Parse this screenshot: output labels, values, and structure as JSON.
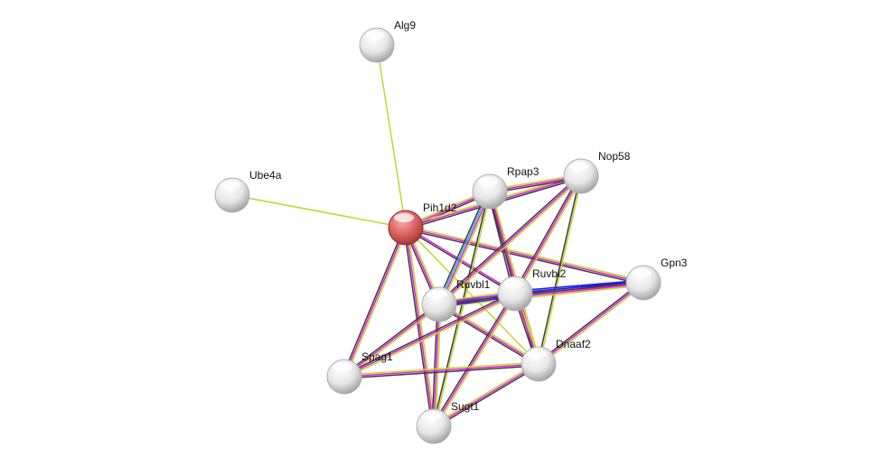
{
  "network": {
    "channel_colors": {
      "textmining": "#c2d62e",
      "experiments": "#e21de2",
      "coexpression": "#3c3c3c",
      "databases": "#22b4d8",
      "fusion": "#1c1cf0"
    },
    "nodes": [
      {
        "id": "Alg9",
        "label": "Alg9",
        "color": "#e8e8e8",
        "query": false
      },
      {
        "id": "Ube4a",
        "label": "Ube4a",
        "color": "#e8e8e8",
        "query": false
      },
      {
        "id": "Pih1d2",
        "label": "Pih1d2",
        "color": "#e06060",
        "query": true
      },
      {
        "id": "Rpap3",
        "label": "Rpap3",
        "color": "#e8e8e8",
        "query": false
      },
      {
        "id": "Nop58",
        "label": "Nop58",
        "color": "#e8e8e8",
        "query": false
      },
      {
        "id": "Gpn3",
        "label": "Gpn3",
        "color": "#e8e8e8",
        "query": false
      },
      {
        "id": "Ruvbl2",
        "label": "Ruvbl2",
        "color": "#e8e8e8",
        "query": false
      },
      {
        "id": "Ruvbl1",
        "label": "Ruvbl1",
        "color": "#e8e8e8",
        "query": false
      },
      {
        "id": "Dnaaf2",
        "label": "Dnaaf2",
        "color": "#e8e8e8",
        "query": false
      },
      {
        "id": "Spag1",
        "label": "Spag1",
        "color": "#e8e8e8",
        "query": false
      },
      {
        "id": "Sugt1",
        "label": "Sugt1",
        "color": "#e8e8e8",
        "query": false
      }
    ],
    "edges": [
      {
        "a": "Alg9",
        "b": "Pih1d2",
        "channels": [
          "textmining"
        ]
      },
      {
        "a": "Ube4a",
        "b": "Pih1d2",
        "channels": [
          "textmining"
        ]
      },
      {
        "a": "Pih1d2",
        "b": "Rpap3",
        "channels": [
          "textmining",
          "experiments",
          "coexpression"
        ]
      },
      {
        "a": "Pih1d2",
        "b": "Nop58",
        "channels": [
          "textmining",
          "experiments",
          "coexpression"
        ]
      },
      {
        "a": "Pih1d2",
        "b": "Gpn3",
        "channels": [
          "textmining",
          "experiments",
          "coexpression"
        ]
      },
      {
        "a": "Pih1d2",
        "b": "Ruvbl2",
        "channels": [
          "experiments",
          "coexpression"
        ]
      },
      {
        "a": "Pih1d2",
        "b": "Ruvbl1",
        "channels": [
          "textmining",
          "experiments",
          "coexpression"
        ]
      },
      {
        "a": "Pih1d2",
        "b": "Dnaaf2",
        "channels": [
          "textmining"
        ]
      },
      {
        "a": "Pih1d2",
        "b": "Spag1",
        "channels": [
          "textmining",
          "experiments",
          "coexpression"
        ]
      },
      {
        "a": "Pih1d2",
        "b": "Sugt1",
        "channels": [
          "textmining",
          "experiments",
          "coexpression"
        ]
      },
      {
        "a": "Rpap3",
        "b": "Nop58",
        "channels": [
          "textmining",
          "experiments",
          "coexpression"
        ]
      },
      {
        "a": "Rpap3",
        "b": "Ruvbl1",
        "channels": [
          "textmining",
          "experiments",
          "databases",
          "coexpression"
        ]
      },
      {
        "a": "Rpap3",
        "b": "Ruvbl2",
        "channels": [
          "textmining",
          "experiments",
          "coexpression"
        ]
      },
      {
        "a": "Rpap3",
        "b": "Dnaaf2",
        "channels": [
          "textmining",
          "experiments",
          "coexpression"
        ]
      },
      {
        "a": "Rpap3",
        "b": "Sugt1",
        "channels": [
          "textmining",
          "coexpression"
        ]
      },
      {
        "a": "Nop58",
        "b": "Ruvbl1",
        "channels": [
          "textmining",
          "experiments",
          "coexpression"
        ]
      },
      {
        "a": "Nop58",
        "b": "Ruvbl2",
        "channels": [
          "textmining",
          "experiments",
          "coexpression"
        ]
      },
      {
        "a": "Nop58",
        "b": "Dnaaf2",
        "channels": [
          "textmining",
          "coexpression"
        ]
      },
      {
        "a": "Gpn3",
        "b": "Ruvbl2",
        "channels": [
          "textmining",
          "experiments",
          "coexpression",
          "fusion"
        ]
      },
      {
        "a": "Gpn3",
        "b": "Ruvbl1",
        "channels": [
          "textmining",
          "experiments",
          "coexpression",
          "fusion"
        ]
      },
      {
        "a": "Gpn3",
        "b": "Dnaaf2",
        "channels": [
          "textmining",
          "experiments",
          "coexpression"
        ]
      },
      {
        "a": "Ruvbl1",
        "b": "Ruvbl2",
        "channels": [
          "textmining",
          "experiments",
          "coexpression",
          "fusion"
        ]
      },
      {
        "a": "Ruvbl1",
        "b": "Dnaaf2",
        "channels": [
          "textmining",
          "experiments",
          "coexpression"
        ]
      },
      {
        "a": "Ruvbl1",
        "b": "Spag1",
        "channels": [
          "textmining",
          "experiments",
          "coexpression"
        ]
      },
      {
        "a": "Ruvbl1",
        "b": "Sugt1",
        "channels": [
          "textmining",
          "experiments",
          "coexpression"
        ]
      },
      {
        "a": "Ruvbl2",
        "b": "Dnaaf2",
        "channels": [
          "textmining",
          "experiments",
          "coexpression"
        ]
      },
      {
        "a": "Ruvbl2",
        "b": "Spag1",
        "channels": [
          "textmining",
          "experiments",
          "coexpression"
        ]
      },
      {
        "a": "Ruvbl2",
        "b": "Sugt1",
        "channels": [
          "textmining",
          "experiments",
          "coexpression"
        ]
      },
      {
        "a": "Spag1",
        "b": "Dnaaf2",
        "channels": [
          "textmining",
          "experiments",
          "coexpression"
        ]
      },
      {
        "a": "Sugt1",
        "b": "Dnaaf2",
        "channels": [
          "textmining",
          "experiments",
          "coexpression"
        ]
      }
    ]
  }
}
